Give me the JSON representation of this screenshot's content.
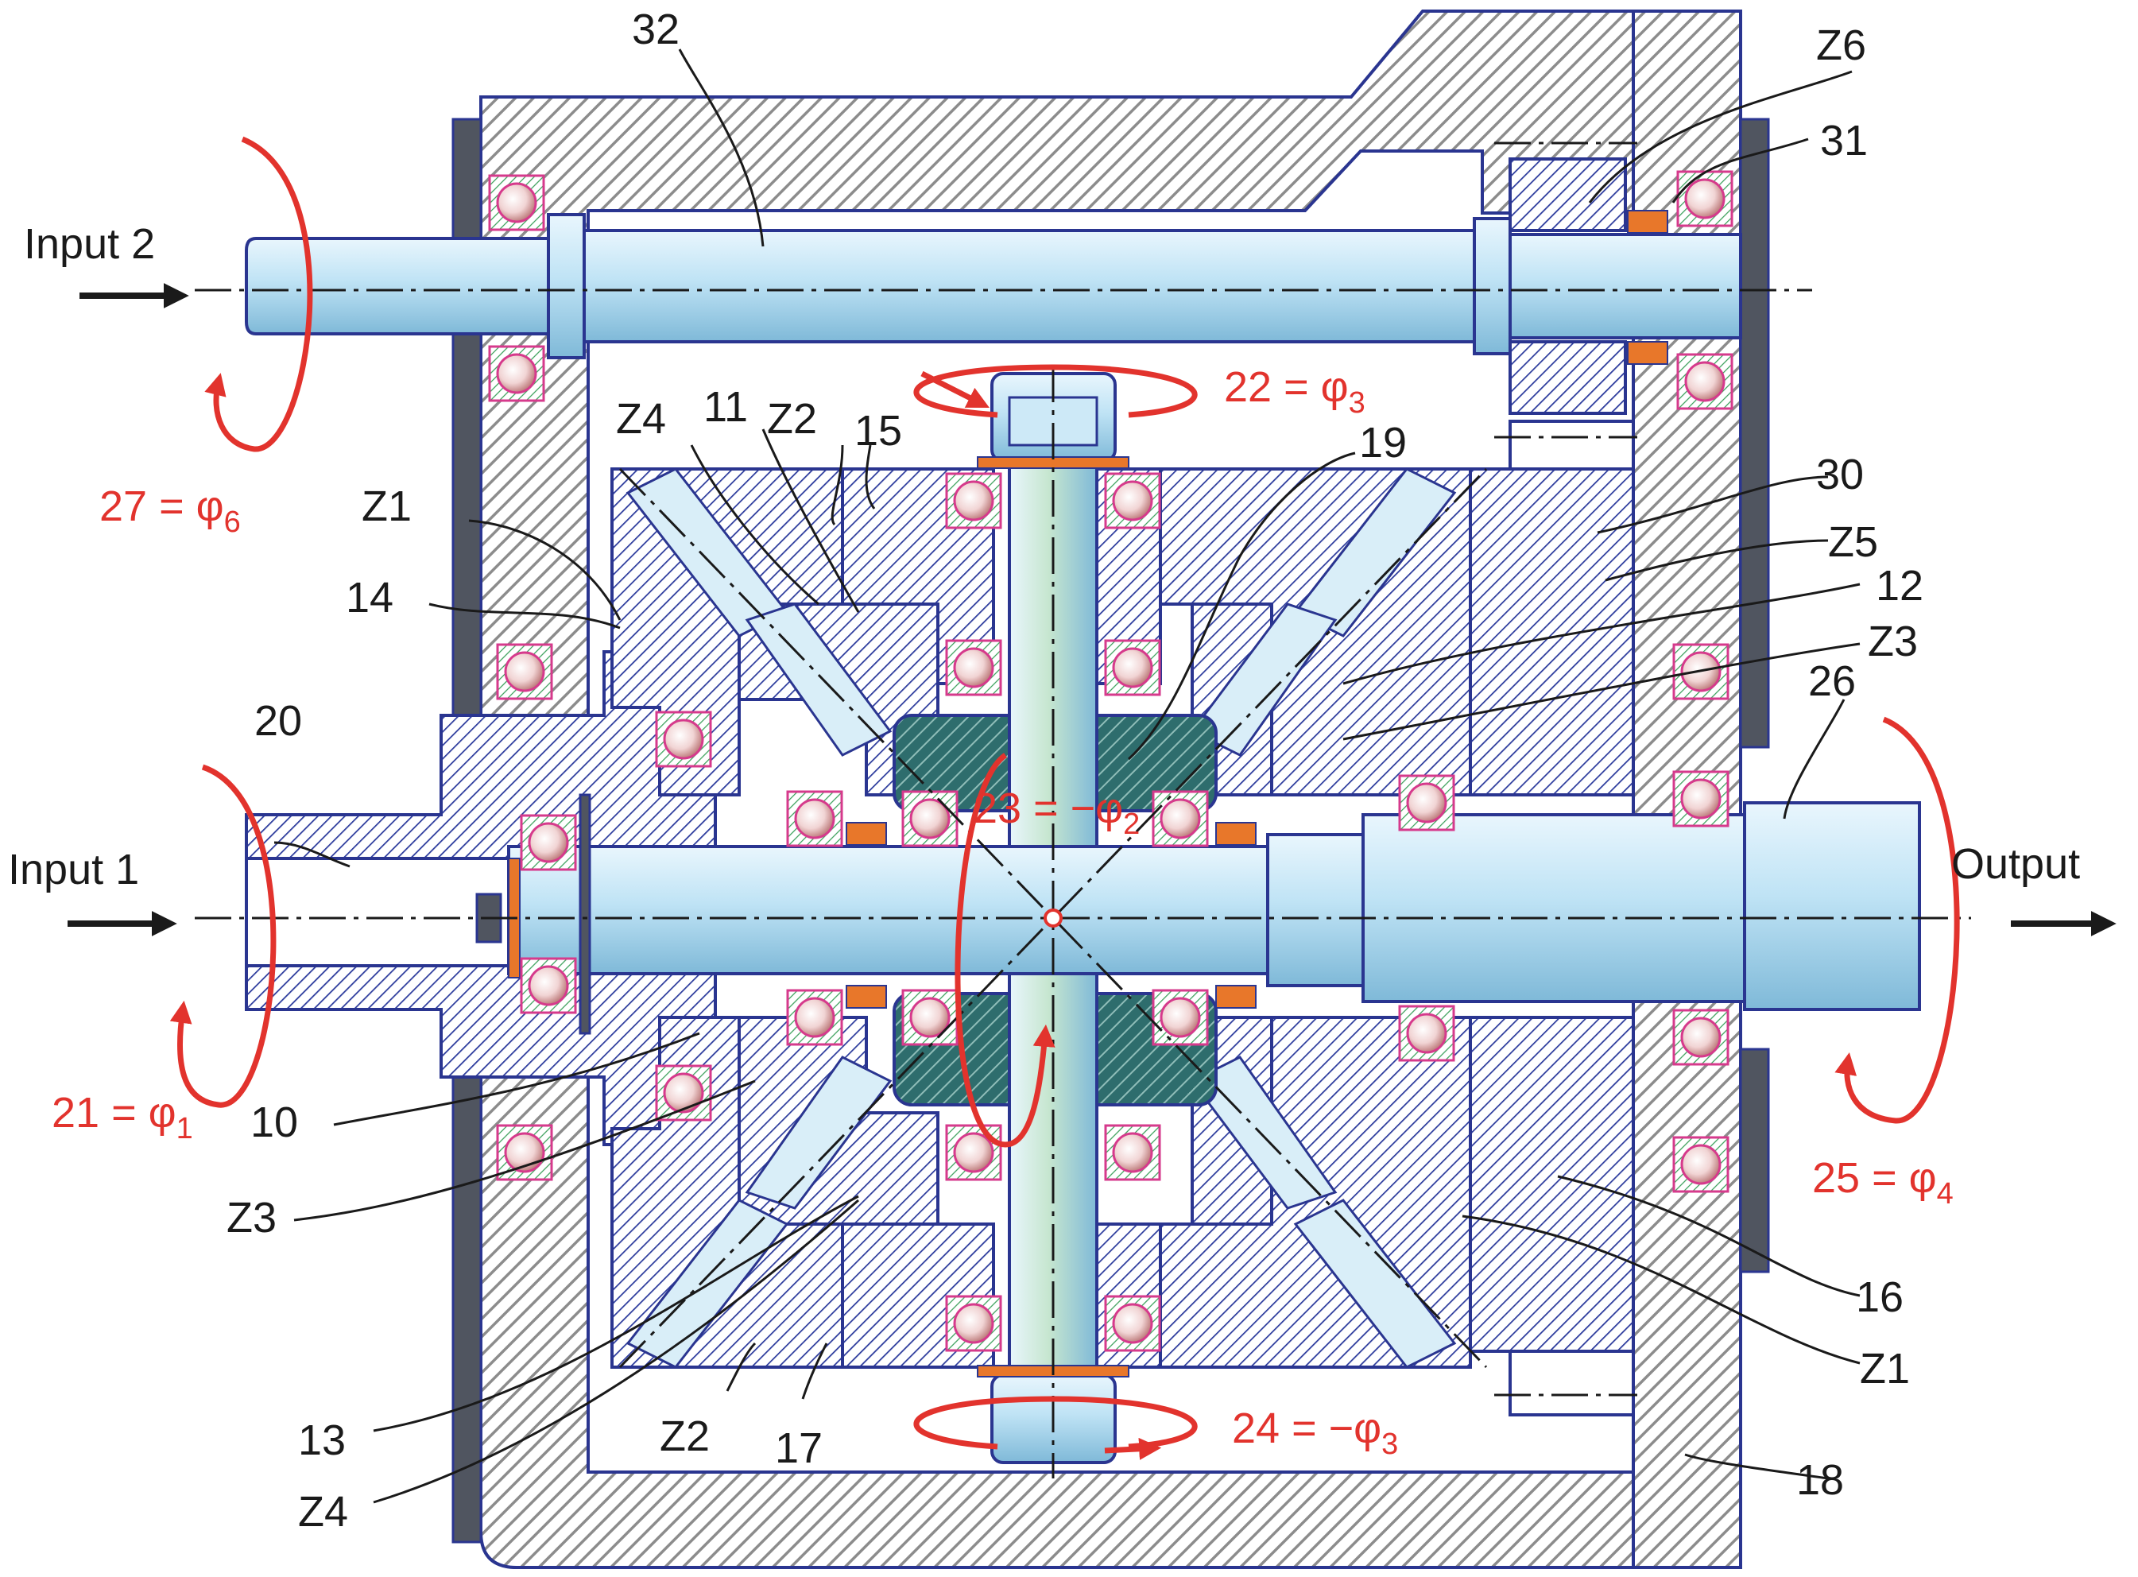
{
  "labels": {
    "input1": "Input 1",
    "input2": "Input 2",
    "output": "Output",
    "n32": "32",
    "n20": "20",
    "n14": "14",
    "n11": "11",
    "n15": "15",
    "n19": "19",
    "n30": "30",
    "n12": "12",
    "n26": "26",
    "n31": "31",
    "n10": "10",
    "n13": "13",
    "n17": "17",
    "n16": "16",
    "n18": "18",
    "z6": "Z6",
    "z5": "Z5",
    "z3_right": "Z3",
    "z1_left": "Z1",
    "z4_top": "Z4",
    "z2_top": "Z2",
    "z3_left": "Z3",
    "z4_bottom": "Z4",
    "z2_bottom": "Z2",
    "z1_right": "Z1"
  },
  "rotations": {
    "r21": {
      "number": "21 = φ",
      "sub": "1"
    },
    "r22": {
      "number": "22 = φ",
      "sub": "3"
    },
    "r23": {
      "number": "23 = −φ",
      "sub": "2"
    },
    "r24": {
      "number": "24 = −φ",
      "sub": "3"
    },
    "r25": {
      "number": "25 = φ",
      "sub": "4"
    },
    "r27": {
      "number": "27 = φ",
      "sub": "6"
    }
  },
  "colors": {
    "outline": "#2a3590",
    "rotation_red": "#e2332d",
    "shaft_blue": "#bfe3f5",
    "housing_gray": "#9a9a9a",
    "spacer_orange": "#e8772a"
  }
}
